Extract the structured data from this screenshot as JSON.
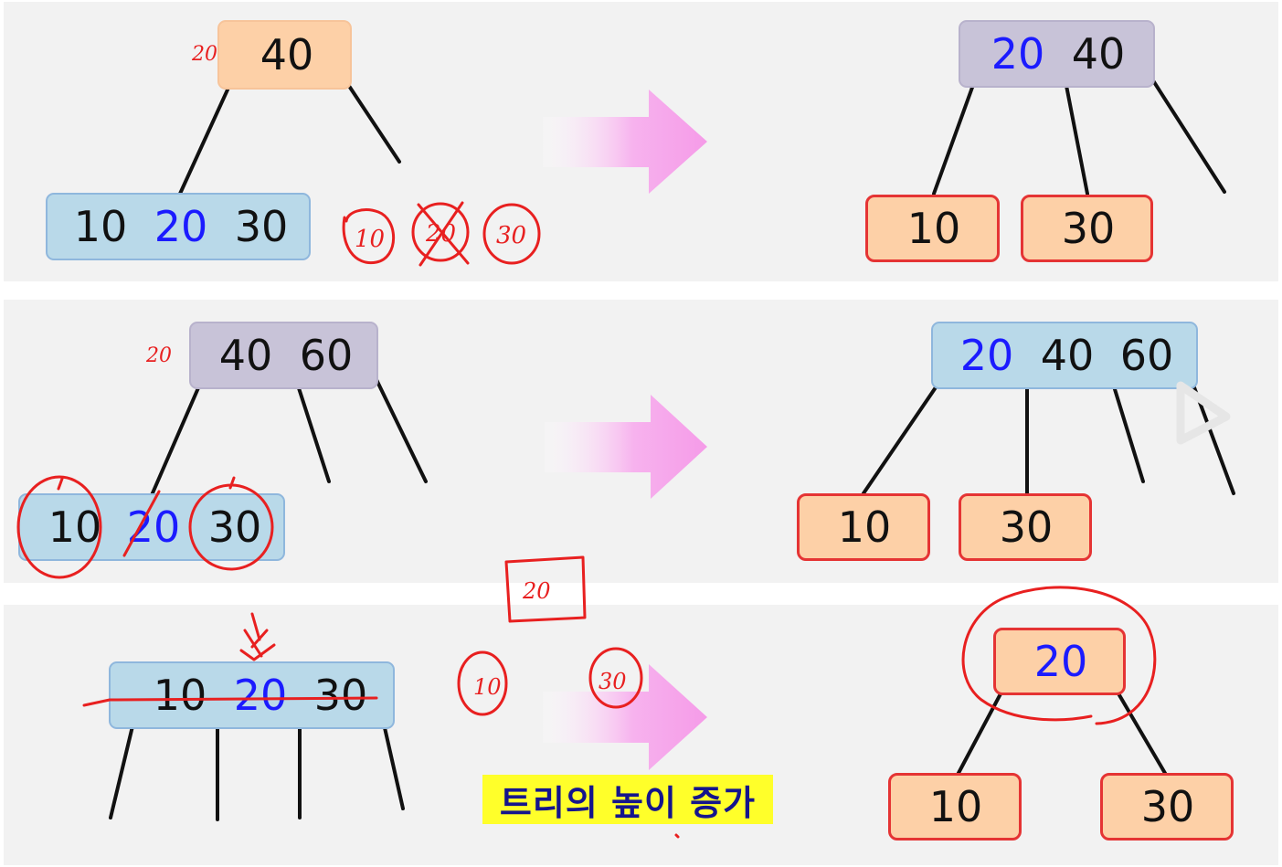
{
  "panel1": {
    "left_root": [
      "40"
    ],
    "left_child": [
      "10",
      "20",
      "30"
    ],
    "left_note": "20",
    "split_keys": [
      "10",
      "20",
      "30"
    ],
    "right_root": [
      "20",
      "40"
    ],
    "right_leaves": [
      "10",
      "30"
    ]
  },
  "panel2": {
    "left_root": [
      "40",
      "60"
    ],
    "left_child": [
      "10",
      "20",
      "30"
    ],
    "left_note": "20",
    "right_root": [
      "20",
      "40",
      "60"
    ],
    "right_leaves": [
      "10",
      "30"
    ]
  },
  "panel3": {
    "left_node": [
      "10",
      "20",
      "30"
    ],
    "note_boxed": "20",
    "note_circled": [
      "10",
      "30"
    ],
    "right_root": [
      "20"
    ],
    "right_leaves": [
      "10",
      "30"
    ],
    "caption": "트리의 높이 증가"
  },
  "colors": {
    "orange_node": "#fdd0a7",
    "purple_node": "#c8c3d8",
    "blue_node": "#b9d9e9",
    "leaf_border": "#e53434",
    "highlight_key": "#1b1bff",
    "arrow": "#f7b2ee",
    "ink": "#e82020",
    "caption_bg": "#ffff2a"
  }
}
